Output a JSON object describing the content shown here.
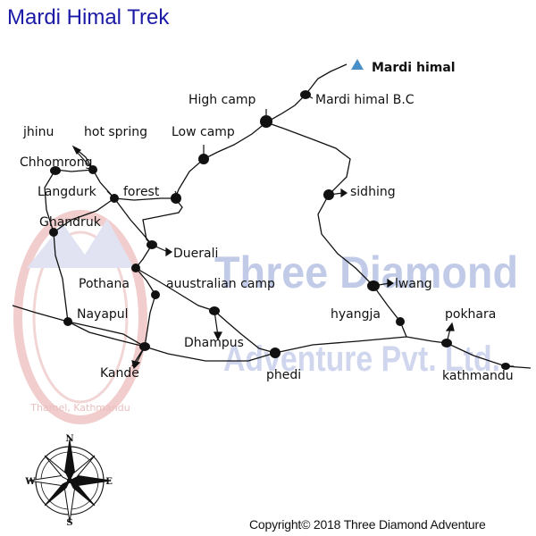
{
  "title": "Mardi Himal Trek",
  "summit": {
    "label": "Mardi himal"
  },
  "places": {
    "mardi_bc": "Mardi himal B.C",
    "high_camp": "High camp",
    "low_camp": "Low camp",
    "jhinu": "jhinu",
    "hot_spring": "hot spring",
    "chhomrong": "Chhomrong",
    "langdurk": "Langdurk",
    "forest": "forest",
    "ghandruk": "Ghandruk",
    "duerali": "Duerali",
    "pothana": "Pothana",
    "australian_camp": "auustralian camp",
    "nayapul": "Nayapul",
    "dhampus": "Dhampus",
    "kande": "Kande",
    "phedi": "phedi",
    "sidhing": "sidhing",
    "lwang": "lwang",
    "hyangja": "hyangja",
    "pokhara": "pokhara",
    "kathmandu": "kathmandu"
  },
  "watermark": {
    "line1": "Three Diamond",
    "line2": "Adventure Pvt. Ltd.",
    "seal_text": "Thamel, Kathmandu"
  },
  "compass": {
    "n": "N",
    "e": "E",
    "s": "S",
    "w": "W"
  },
  "copyright": "Copyright© 2018 Three Diamond Adventure",
  "colors": {
    "title": "#1a1aa6",
    "route": "#111111",
    "summit": "#4a90c8",
    "watermark": "#3a5fb0"
  }
}
